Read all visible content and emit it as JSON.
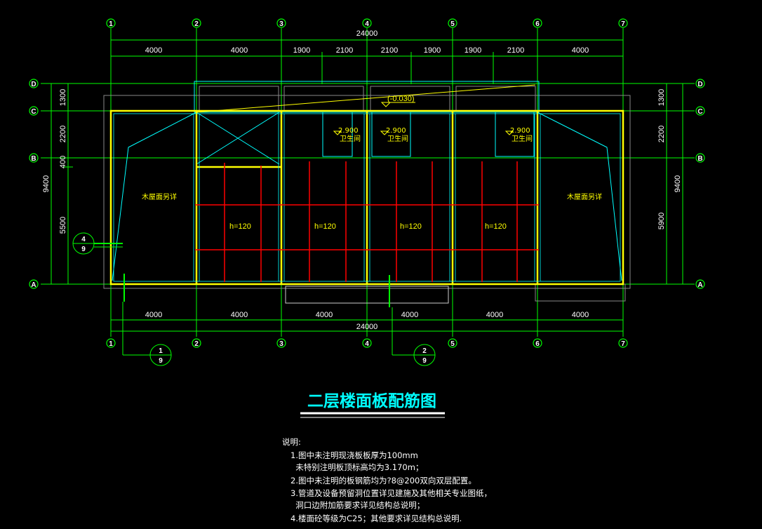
{
  "drawing": {
    "title": "二层楼面板配筋图",
    "axes_h": [
      "1",
      "2",
      "3",
      "4",
      "5",
      "6",
      "7"
    ],
    "axes_v": [
      "D",
      "C",
      "B",
      "A"
    ],
    "top_total": "24000",
    "top_segments": [
      "4000",
      "4000",
      "1900",
      "2100",
      "2100",
      "1900",
      "1900",
      "2100",
      "4000"
    ],
    "bottom_total": "24000",
    "bottom_segments": [
      "4000",
      "4000",
      "4000",
      "4000",
      "4000",
      "4000"
    ],
    "left_total": "9400",
    "left_segments": [
      "1300",
      "2200",
      "400",
      "5500"
    ],
    "right_total": "9400",
    "right_segments": [
      "1300",
      "2200",
      "5900"
    ],
    "elevation_mark": "(-0.030)",
    "bathroom_elev": "2.900",
    "bathroom_label": "卫生间",
    "roof_label": "木屋面另详",
    "slab_thickness_label": "h=120",
    "detail_bubbles": [
      {
        "num": "4",
        "sheet": "9"
      },
      {
        "num": "1",
        "sheet": "9"
      },
      {
        "num": "2",
        "sheet": "9"
      }
    ]
  },
  "notes": {
    "heading": "说明:",
    "lines": [
      "1.图中未注明现浇板板厚为100mm",
      "  未特别注明板顶标高均为3.170m；",
      "2.图中未注明的板钢筋均为?8@200双向双层配置。",
      "3.管道及设备预留洞位置详见建施及其他相关专业图纸，",
      "  洞口边附加筋要求详见结构总说明；",
      "4.楼面砼等级为C25；其他要求详见结构总说明."
    ]
  },
  "colors": {
    "background": "#000000",
    "grid_green": "#00ff00",
    "wall_yellow": "#ffff00",
    "rebar_red": "#ff0000",
    "outline_cyan": "#00ffff",
    "title_cyan": "#00ffff",
    "text_white": "#ffffff"
  }
}
